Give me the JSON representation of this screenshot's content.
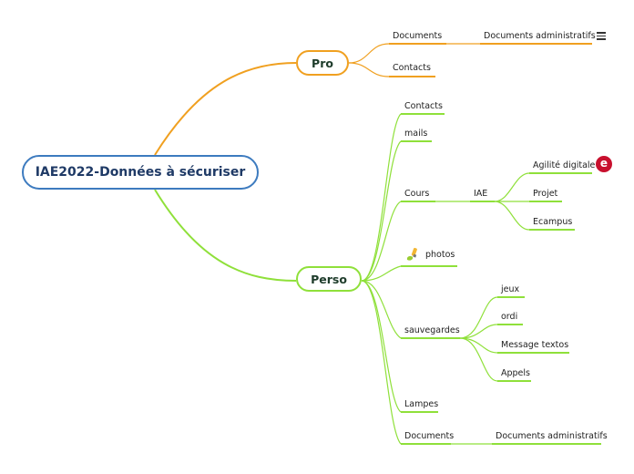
{
  "root": {
    "label": "IAE2022-Données à sécuriser"
  },
  "pro": {
    "label": "Pro",
    "documents": "Documents",
    "documents_admin": "Documents administratifs",
    "contacts": "Contacts"
  },
  "perso": {
    "label": "Perso",
    "contacts": "Contacts",
    "mails": "mails",
    "cours": "Cours",
    "iae": "IAE",
    "agilite": "Agilité digitale",
    "projet": "Projet",
    "ecampus": "Ecampus",
    "photos": "photos",
    "sauvegardes": "sauvegardes",
    "jeux": "jeux",
    "ordi": "ordi",
    "message_textos": "Message textos",
    "appels": "Appels",
    "lampes": "Lampes",
    "documents": "Documents",
    "documents_admin": "Documents administratifs"
  },
  "colors": {
    "root_border": "#3d7bbf",
    "pro": "#f0a020",
    "perso": "#8fe03a"
  },
  "icons": {
    "menu": "menu-icon",
    "evernote": "evernote-icon",
    "brush": "brush-icon"
  },
  "evernote_glyph": "e"
}
